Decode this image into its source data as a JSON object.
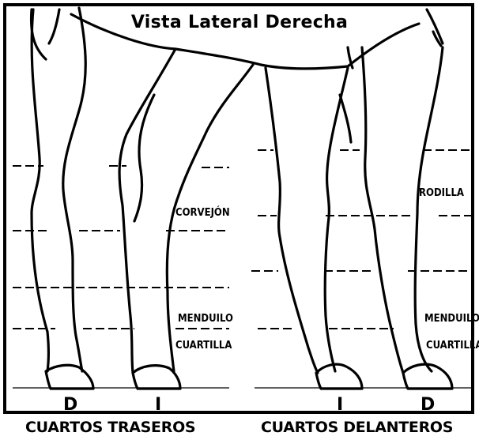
{
  "title": "Vista Lateral Derecha",
  "hind": {
    "hock_label": "CORVEJÓN",
    "fetlock_label": "MENDUILO",
    "pastern_label": "CUARTILLA",
    "right_letter": "D",
    "left_letter": "I",
    "group_label": "CUARTOS TRASEROS"
  },
  "fore": {
    "knee_label": "RODILLA",
    "fetlock_label": "MENDUILO",
    "pastern_label": "CUARTILLA",
    "left_letter": "I",
    "right_letter": "D",
    "group_label": "CUARTOS DELANTEROS"
  },
  "colors": {
    "ink": "#000000",
    "background": "#ffffff"
  }
}
